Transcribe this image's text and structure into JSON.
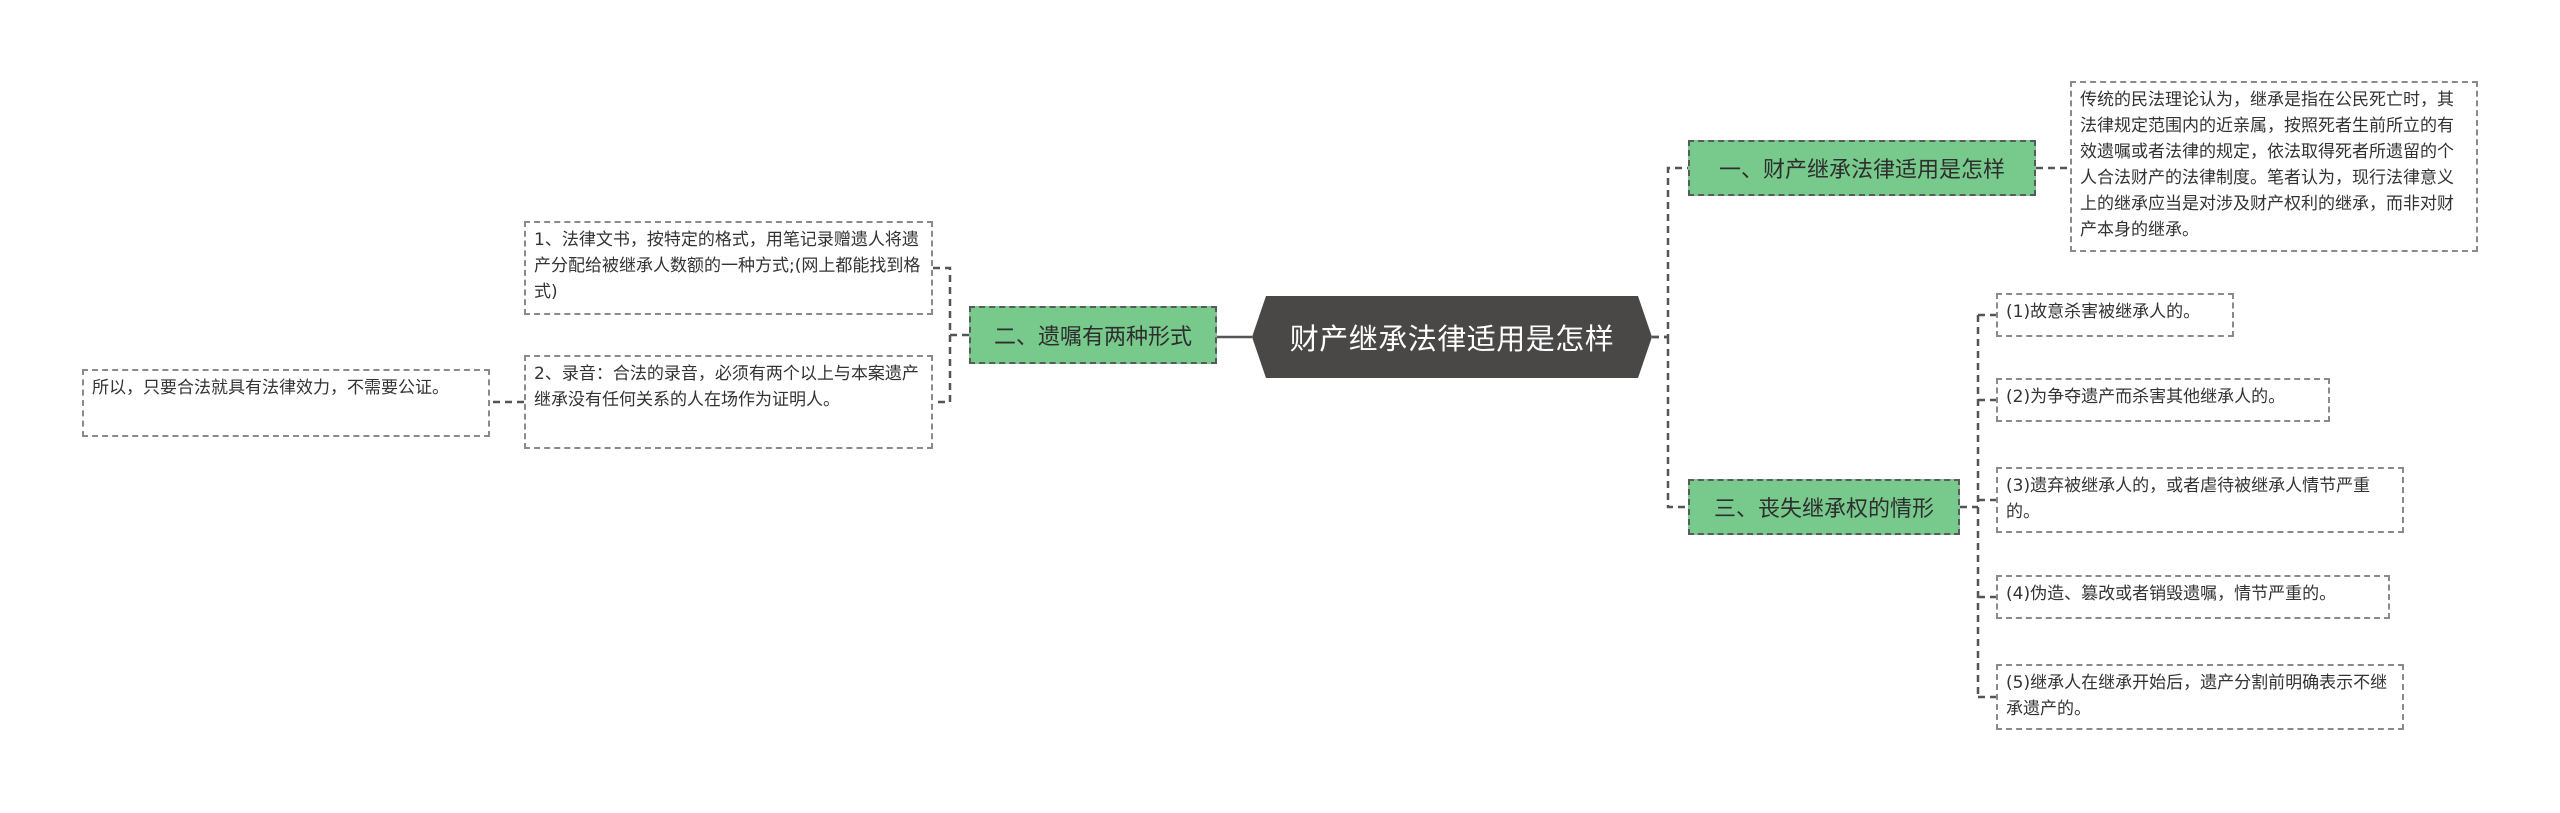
{
  "mindmap": {
    "central": "财产继承法律适用是怎样",
    "branches": [
      {
        "label": "一、财产继承法律适用是怎样",
        "children": [
          "传统的民法理论认为，继承是指在公民死亡时，其法律规定范围内的近亲属，按照死者生前所立的有效遗嘱或者法律的规定，依法取得死者所遗留的个人合法财产的法律制度。笔者认为，现行法律意义上的继承应当是对涉及财产权利的继承，而非对财产本身的继承。"
        ]
      },
      {
        "label": "二、遗嘱有两种形式",
        "children": [
          "1、法律文书，按特定的格式，用笔记录赠遗人将遗产分配给被继承人数额的一种方式;(网上都能找到格式)",
          "2、录音：合法的录音，必须有两个以上与本案遗产继承没有任何关系的人在场作为证明人。"
        ],
        "grandchild": "所以，只要合法就具有法律效力，不需要公证。"
      },
      {
        "label": "三、丧失继承权的情形",
        "children": [
          "(1)故意杀害被继承人的。",
          "(2)为争夺遗产而杀害其他继承人的。",
          "(3)遗弃被继承人的，或者虐待被继承人情节严重的。",
          "(4)伪造、篡改或者销毁遗嘱，情节严重的。",
          "(5)继承人在继承开始后，遗产分割前明确表示不继承遗产的。"
        ]
      }
    ]
  },
  "colors": {
    "central_bg": "#4a4747",
    "branch_bg": "#78c98c",
    "connector": "#555555",
    "leaf_border": "#8a8a8a"
  }
}
